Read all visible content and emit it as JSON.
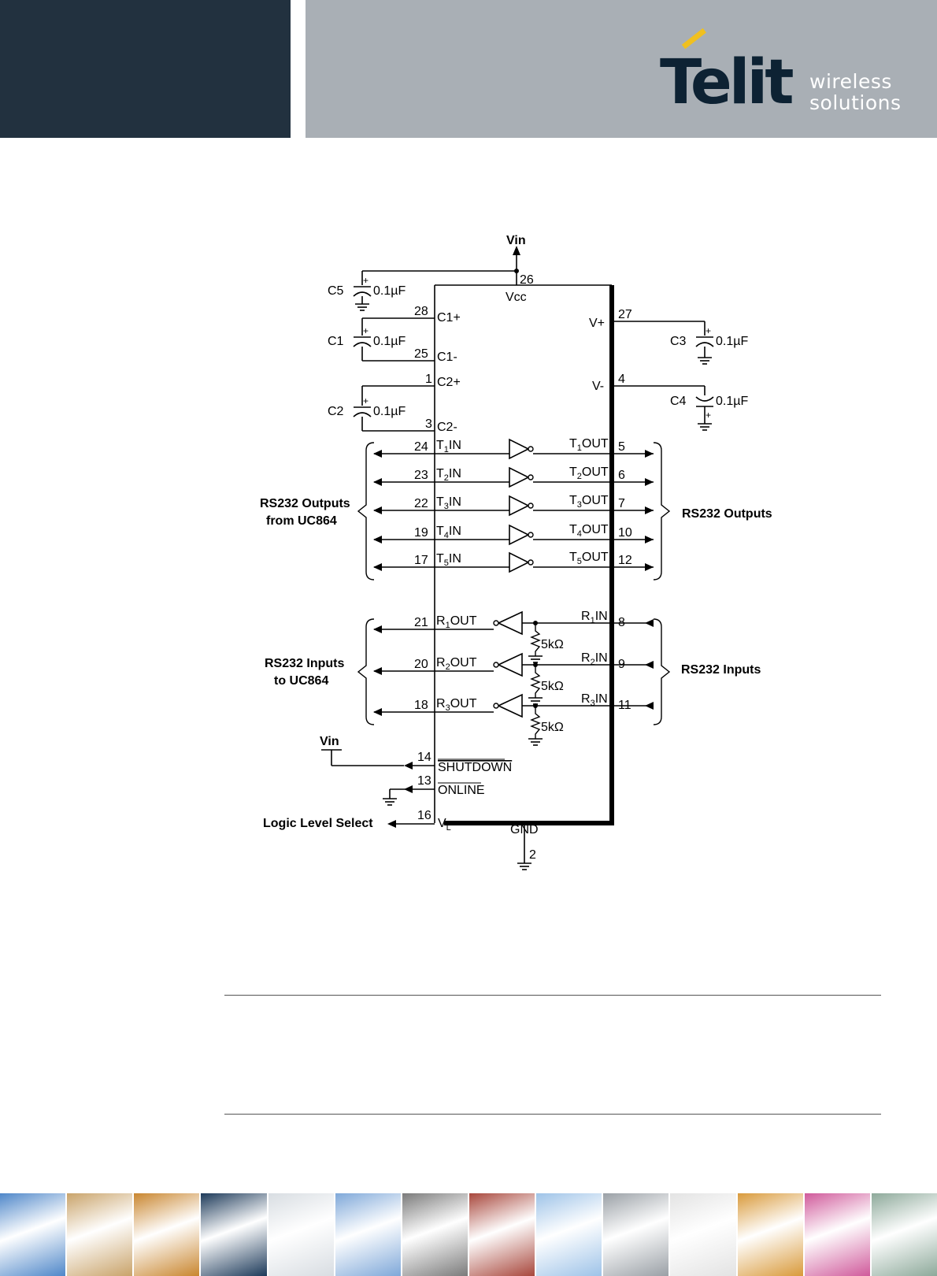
{
  "header": {
    "brand": "Telit",
    "tagline_line1": "wireless",
    "tagline_line2": "solutions",
    "colors": {
      "dark_panel": "#22313f",
      "grey_panel": "#a9afb5",
      "brand_text": "#0d2233",
      "brand_accent": "#f0c020"
    }
  },
  "schematic": {
    "vin_top": "Vin",
    "vin_left": "Vin",
    "vcc_label": "Vcc",
    "vcc_pin": "26",
    "gnd_label": "GND",
    "gnd_pin": "2",
    "capacitors": [
      {
        "name": "C5",
        "value": "0.1µF"
      },
      {
        "name": "C1",
        "value": "0.1µF"
      },
      {
        "name": "C2",
        "value": "0.1µF"
      },
      {
        "name": "C3",
        "value": "0.1µF"
      },
      {
        "name": "C4",
        "value": "0.1µF"
      }
    ],
    "charge_pins": [
      {
        "pin": "28",
        "label": "C1+"
      },
      {
        "pin": "25",
        "label": "C1-"
      },
      {
        "pin": "1",
        "label": "C2+"
      },
      {
        "pin": "3",
        "label": "C2-"
      }
    ],
    "supply_pins": [
      {
        "pin": "27",
        "label": "V+"
      },
      {
        "pin": "4",
        "label": "V-"
      }
    ],
    "transmitters": [
      {
        "in_pin": "24",
        "in_label": "T",
        "in_sub": "1",
        "in_suffix": "IN",
        "out_label": "T",
        "out_sub": "1",
        "out_suffix": "OUT",
        "out_pin": "5"
      },
      {
        "in_pin": "23",
        "in_label": "T",
        "in_sub": "2",
        "in_suffix": "IN",
        "out_label": "T",
        "out_sub": "2",
        "out_suffix": "OUT",
        "out_pin": "6"
      },
      {
        "in_pin": "22",
        "in_label": "T",
        "in_sub": "3",
        "in_suffix": "IN",
        "out_label": "T",
        "out_sub": "3",
        "out_suffix": "OUT",
        "out_pin": "7"
      },
      {
        "in_pin": "19",
        "in_label": "T",
        "in_sub": "4",
        "in_suffix": "IN",
        "out_label": "T",
        "out_sub": "4",
        "out_suffix": "OUT",
        "out_pin": "10"
      },
      {
        "in_pin": "17",
        "in_label": "T",
        "in_sub": "5",
        "in_suffix": "IN",
        "out_label": "T",
        "out_sub": "5",
        "out_suffix": "OUT",
        "out_pin": "12"
      }
    ],
    "receivers": [
      {
        "out_pin": "21",
        "out_label": "R",
        "out_sub": "1",
        "out_suffix": "OUT",
        "in_label": "R",
        "in_sub": "1",
        "in_suffix": "IN",
        "in_pin": "8",
        "resistor": "5kΩ"
      },
      {
        "out_pin": "20",
        "out_label": "R",
        "out_sub": "2",
        "out_suffix": "OUT",
        "in_label": "R",
        "in_sub": "2",
        "in_suffix": "IN",
        "in_pin": "9",
        "resistor": "5kΩ"
      },
      {
        "out_pin": "18",
        "out_label": "R",
        "out_sub": "3",
        "out_suffix": "OUT",
        "in_label": "R",
        "in_sub": "3",
        "in_suffix": "IN",
        "in_pin": "11",
        "resistor": "5kΩ"
      }
    ],
    "control_pins": [
      {
        "pin": "14",
        "label": "SHUTDOWN"
      },
      {
        "pin": "13",
        "label": "ONLINE"
      },
      {
        "pin": "16",
        "label": "V",
        "sub": "L"
      }
    ],
    "group_labels": {
      "outputs_left_1": "RS232 Outputs",
      "outputs_left_2": "from UC864",
      "outputs_right": "RS232 Outputs",
      "inputs_left_1": "RS232 Inputs",
      "inputs_left_2": "to UC864",
      "inputs_right": "RS232 Inputs",
      "logic_level": "Logic Level Select"
    }
  },
  "footer_photos": [
    "highway-traffic",
    "roadside-phone",
    "freight-train",
    "digital-clock",
    "laptop-keyboard",
    "cyclist",
    "card-payment",
    "vending-machine",
    "wind-turbines",
    "utility-meter",
    "laser-beam",
    "train-station",
    "printing-press",
    "security-camera"
  ],
  "footer_colors": [
    "#4f87c9",
    "#c9a36a",
    "#c9862f",
    "#1d3a5a",
    "#d8dde2",
    "#7fa8d9",
    "#7b7b7b",
    "#a8473c",
    "#9ec3e8",
    "#9aa0a6",
    "#e3e3e3",
    "#d99a3b",
    "#d05a9b",
    "#8da99a"
  ]
}
